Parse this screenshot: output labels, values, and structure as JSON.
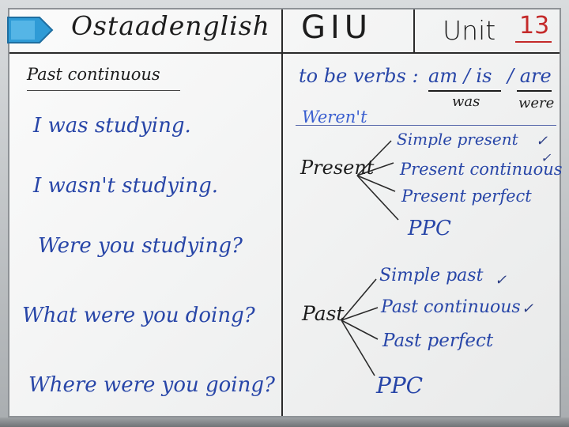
{
  "header": {
    "brand": "Ostaadenglish",
    "course": "GIU",
    "unit_label": "Unit",
    "unit_number": "13"
  },
  "left": {
    "heading": "Past continuous",
    "sentences": [
      "I was studying.",
      "I wasn't studying.",
      "Were you studying?",
      "What were you doing?",
      "Where were you going?"
    ]
  },
  "right": {
    "be_verbs_label": "to be verbs :",
    "am_is": "am / is",
    "are": "/ are",
    "was": "was",
    "were": "were",
    "werent": "Weren't",
    "present_label": "Present",
    "present_items": [
      "Simple present",
      "Present continuous",
      "Present perfect",
      "PPC"
    ],
    "past_label": "Past",
    "past_items": [
      "Simple past",
      "Past continuous",
      "Past perfect",
      "PPC"
    ],
    "checkmark": "✓"
  },
  "colors": {
    "black_marker": "#1d1d1d",
    "blue_marker": "#2846a8",
    "red_marker": "#c42a2a",
    "tag_blue": "#2f9bd6"
  },
  "icons": [
    "arrow-tag-icon"
  ]
}
